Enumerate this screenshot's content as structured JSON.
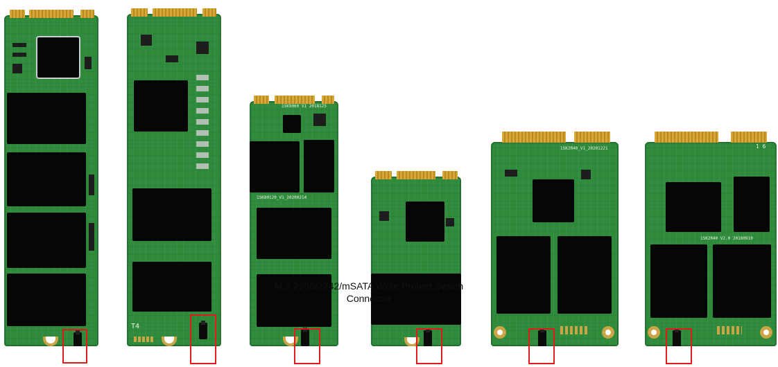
{
  "caption": {
    "line1": "M.2 2280/2242/mSATA Write Protect Switch",
    "line2": "Connector"
  },
  "silk": {
    "b3_top": "1SK9060 V1 2018125",
    "b3_mid": "1SK80120_V1_20200214",
    "b2_bottom": "T4",
    "b5_top": "1SK2R40_V1_20201221",
    "b6_top": "1SK2R40 V2.0 20180910",
    "b6_mark": "1 6"
  },
  "colors": {
    "pcb": "#2f8a3c",
    "gold": "#d7a838",
    "chip": "#060606",
    "highlight": "#e11b1b"
  }
}
